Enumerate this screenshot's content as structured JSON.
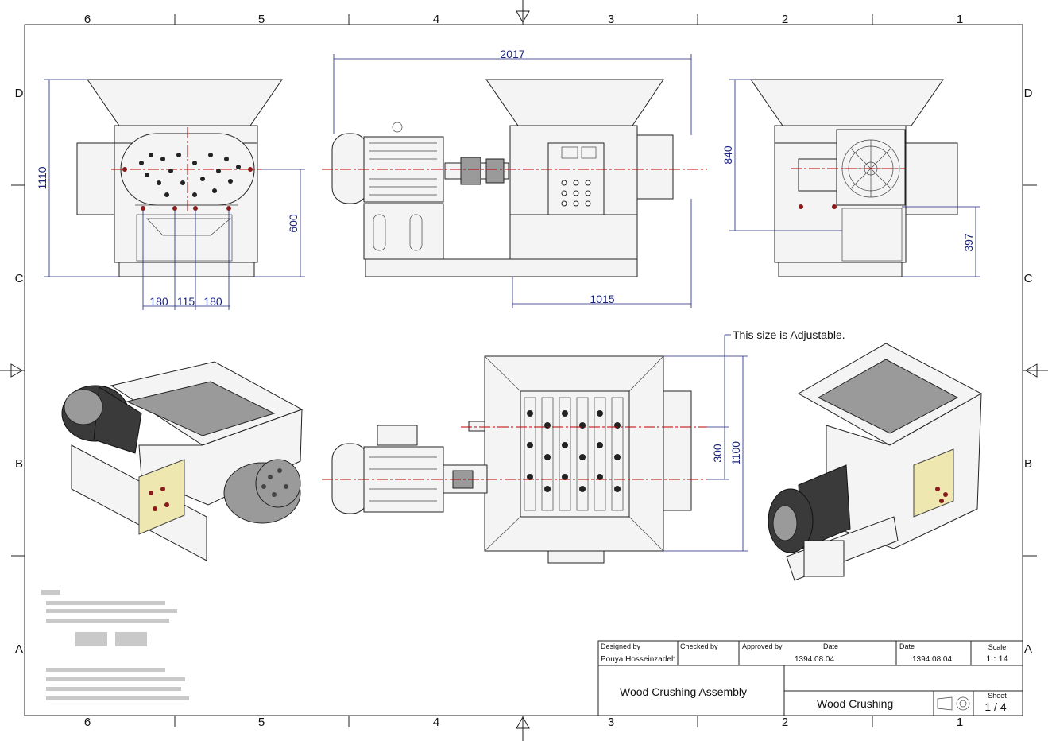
{
  "zones": {
    "columns": [
      "6",
      "5",
      "4",
      "3",
      "2",
      "1"
    ],
    "rows": [
      "D",
      "C",
      "B",
      "A"
    ]
  },
  "dimensions": {
    "overall_length": "2017",
    "front_height": "1110",
    "shaft_height": "600",
    "hole_spacing_left": "180",
    "hole_spacing_mid": "115",
    "hole_spacing_right": "180",
    "base_length": "1015",
    "side_height": "840",
    "side_shaft_height": "397",
    "plan_offset": "300",
    "plan_width": "1100"
  },
  "notes": {
    "adjustable": "This size is Adjustable."
  },
  "title_block": {
    "designed_by_label": "Designed by",
    "designed_by": "Pouya Hosseinzadeh",
    "checked_by_label": "Checked by",
    "approved_by_label": "Approved by",
    "date_label_1": "Date",
    "date_1": "1394.08.04",
    "date_label_2": "Date",
    "date_2": "1394.08.04",
    "scale_label": "Scale",
    "scale": "1 : 14",
    "title": "Wood Crushing Assembly",
    "subtitle": "Wood Crushing",
    "sheet_label": "Sheet",
    "sheet": "1 / 4"
  },
  "colors": {
    "dimension": "#1a237e",
    "centerline": "#b00000",
    "hole_marker": "#8b1a1a",
    "panel": "#efe7b0"
  }
}
